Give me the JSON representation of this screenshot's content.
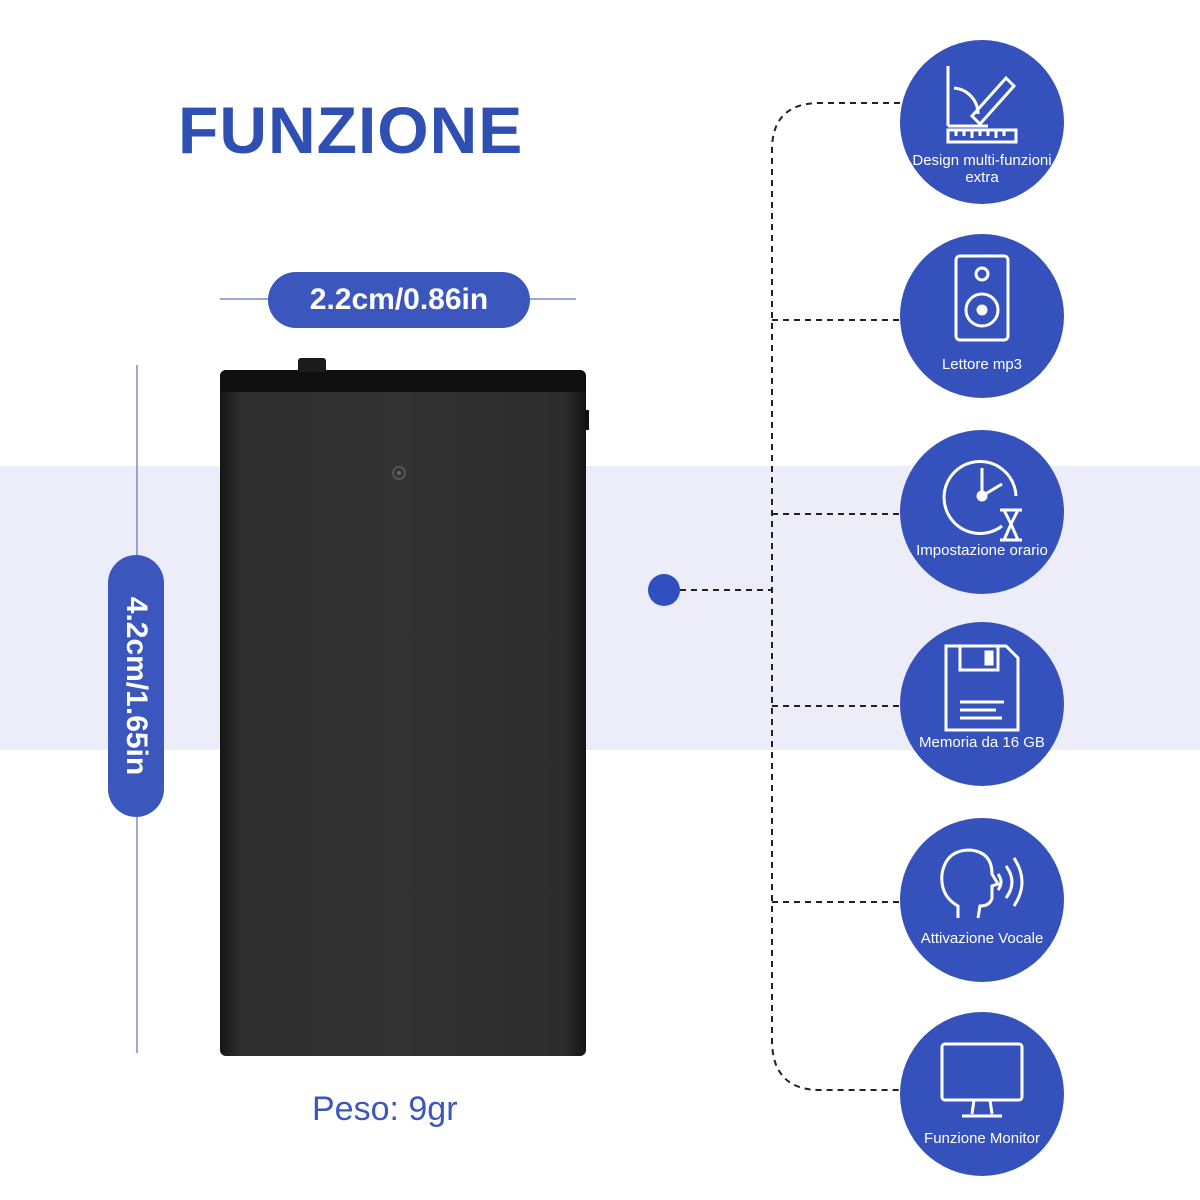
{
  "title": "FUNZIONE",
  "width_label": "2.2cm/0.86in",
  "height_label": "4.2cm/1.65in",
  "weight_label": "Peso: 9gr",
  "accent_color": "#3551bb",
  "features": [
    {
      "label": "Design multi-funzioni extra",
      "icon": "design-ruler-pen-icon"
    },
    {
      "label": "Lettore mp3",
      "icon": "speaker-icon"
    },
    {
      "label": "Impostazione orario",
      "icon": "clock-hourglass-icon"
    },
    {
      "label": "Memoria da 16 GB",
      "icon": "floppy-disk-icon"
    },
    {
      "label": "Attivazione Vocale",
      "icon": "voice-head-icon"
    },
    {
      "label": "Funzione Monitor",
      "icon": "monitor-icon"
    }
  ]
}
